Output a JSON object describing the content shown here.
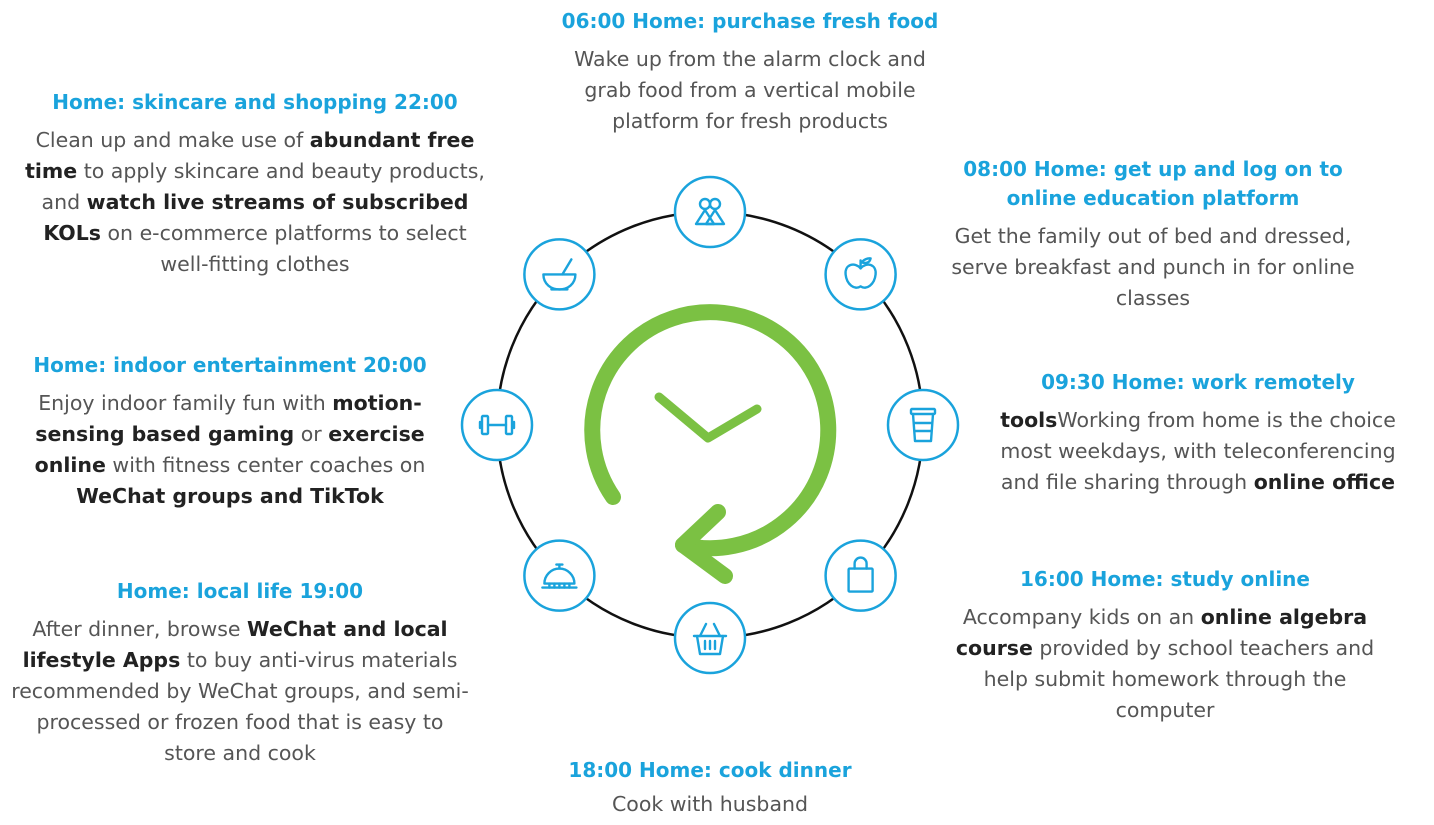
{
  "colors": {
    "accent": "#1aa3dc",
    "cycle_arrow": "#7bc143",
    "ring": "#111111",
    "text": "#555555",
    "bold_text": "#222222"
  },
  "blocks": {
    "b0600": {
      "title": "06:00 Home: purchase fresh food",
      "body": [
        [
          "Wake up from the alarm clock and grab food from a vertical mobile platform for fresh products",
          false
        ]
      ]
    },
    "b0800": {
      "title": "08:00 Home: get up and log on to online education platform",
      "body": [
        [
          "Get the family out of bed and dressed, serve breakfast and punch in for online classes",
          false
        ]
      ]
    },
    "b0930": {
      "title": "09:30 Home: work remotely",
      "body": [
        [
          "tools",
          true
        ],
        [
          "Working from home is the choice most weekdays, with teleconferencing and file sharing through ",
          false
        ],
        [
          "online office",
          true
        ]
      ]
    },
    "b1600": {
      "title": "16:00 Home: study online",
      "body": [
        [
          "Accompany kids on an ",
          false
        ],
        [
          "online algebra course",
          true
        ],
        [
          " provided by school teachers and help submit homework through the computer",
          false
        ]
      ]
    },
    "b1800": {
      "title": "18:00 Home: cook dinner",
      "body": [
        [
          "Cook with husband",
          false
        ]
      ]
    },
    "b1900": {
      "title": "Home: local life 19:00",
      "body": [
        [
          "After dinner, browse ",
          false
        ],
        [
          "WeChat and local lifestyle Apps",
          true
        ],
        [
          " to buy anti-virus materials recommended by WeChat groups, and semi-processed or frozen food that is easy to store and cook",
          false
        ]
      ]
    },
    "b2000": {
      "title": "Home: indoor entertainment 20:00",
      "body": [
        [
          "Enjoy indoor family fun with ",
          false
        ],
        [
          "motion-sensing based gaming",
          true
        ],
        [
          " or ",
          false
        ],
        [
          "exercise online",
          true
        ],
        [
          " with fitness center coaches on ",
          false
        ],
        [
          "WeChat groups and TikTok",
          true
        ]
      ]
    },
    "b2200": {
      "title": "Home: skincare and shopping 22:00",
      "body": [
        [
          "Clean up and make use of ",
          false
        ],
        [
          "abundant free time",
          true
        ],
        [
          " to apply skincare and beauty products, and ",
          false
        ],
        [
          "watch live streams of subscribed KOLs",
          true
        ],
        [
          " on e-commerce platforms to select well-fitting clothes",
          false
        ]
      ]
    }
  },
  "icons": [
    {
      "name": "women-icon",
      "angle": 0
    },
    {
      "name": "apple-icon",
      "angle": 45
    },
    {
      "name": "coffee-cup-icon",
      "angle": 90
    },
    {
      "name": "shopping-bag-icon",
      "angle": 135
    },
    {
      "name": "basket-icon",
      "angle": 180
    },
    {
      "name": "food-dome-icon",
      "angle": 225
    },
    {
      "name": "dumbbell-icon",
      "angle": 270
    },
    {
      "name": "bowl-icon",
      "angle": 315
    }
  ]
}
